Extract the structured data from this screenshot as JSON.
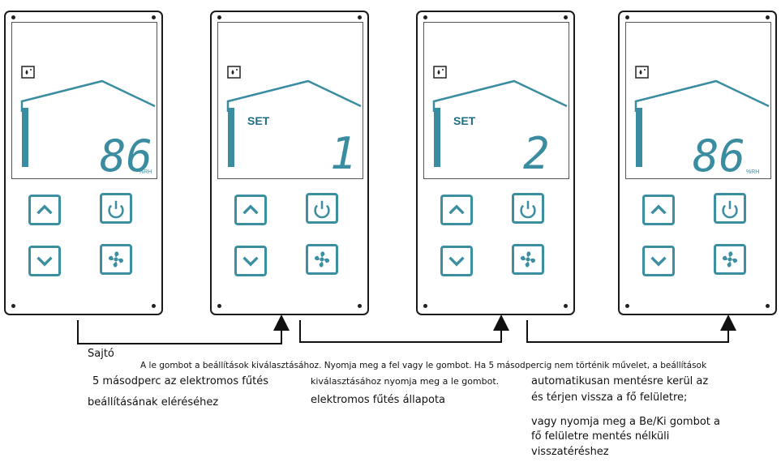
{
  "panels": [
    {
      "set_label": "",
      "digits": "86",
      "unit": "%RH"
    },
    {
      "set_label": "SET",
      "digits": "1",
      "unit": ""
    },
    {
      "set_label": "SET",
      "digits": "2",
      "unit": ""
    },
    {
      "set_label": "",
      "digits": "86",
      "unit": "%RH"
    }
  ],
  "captions": {
    "step1_line1": "Sajtó",
    "step1_line2": "5 másodperc az elektromos fűtés",
    "step1_line3": "beállításának eléréséhez",
    "top_line": "A le gombot a beállítások kiválasztásához. Nyomja meg a fel vagy le gombot. Ha 5 másodpercig nem történik művelet, a beállítások",
    "step2_line1": "kiválasztásához nyomja meg a le gombot.",
    "step2_line2": "elektromos fűtés állapota",
    "step3_line1": "automatikusan mentésre kerül az",
    "step3_line2": "és térjen vissza a fő felületre;",
    "step3_line3": "vagy nyomja meg a Be/Ki gombot a",
    "step3_line4": "fő felületre mentés nélküli",
    "step3_line5": "visszatéréshez"
  },
  "icons": [
    "droplet-icon",
    "up-arrow-icon",
    "power-icon",
    "down-arrow-icon",
    "fan-icon"
  ],
  "colors": {
    "accent": "#3b8fa0",
    "lcd_segment": "#3a8ca0",
    "outline": "#1b1b1b"
  }
}
